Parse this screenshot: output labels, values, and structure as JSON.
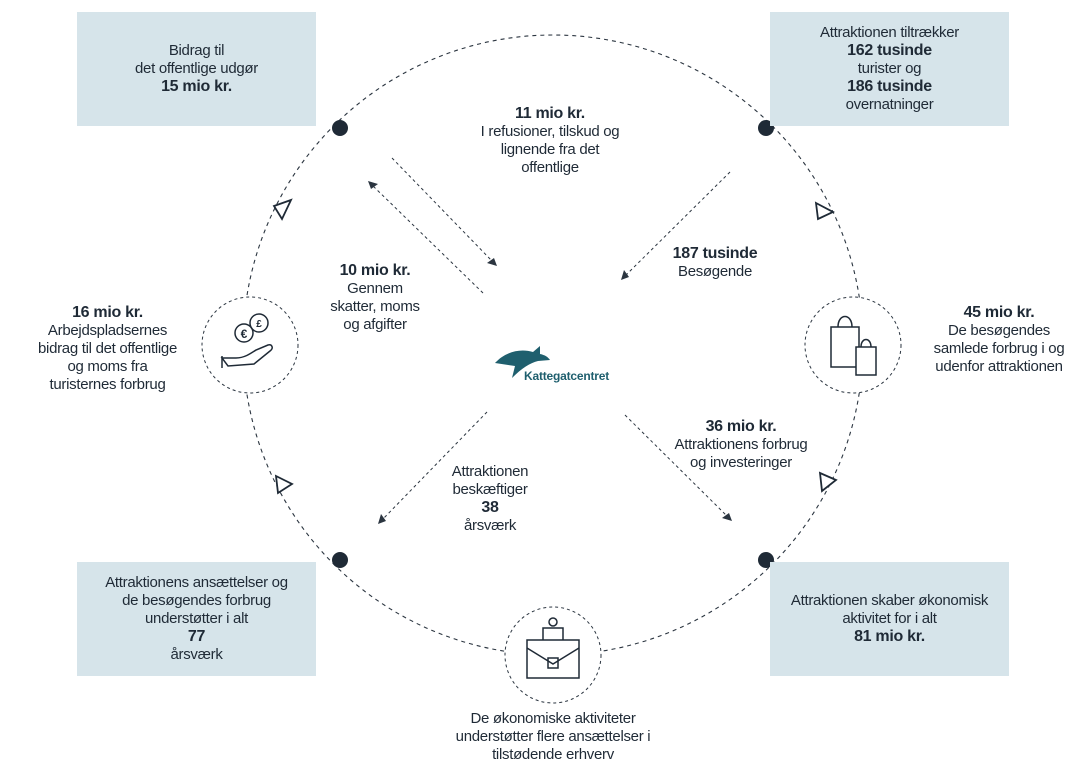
{
  "box_top_left": {
    "line1": "Bidrag til",
    "line2": "det offentlige udgør",
    "value": "15 mio kr."
  },
  "box_top_right": {
    "line1": "Attraktionen tiltrækker",
    "value1": "162 tusinde",
    "line2": "turister og",
    "value2": "186 tusinde",
    "line3": "overnatninger"
  },
  "box_bottom_left": {
    "line1": "Attraktionens ansættelser og",
    "line2": "de besøgendes forbrug",
    "line3": "understøtter i alt",
    "value": "77",
    "line4": "årsværk"
  },
  "box_bottom_right": {
    "line1": "Attraktionen skaber økonomisk",
    "line2": "aktivitet for i alt",
    "value": "81 mio kr."
  },
  "refunds": {
    "value": "11 mio kr.",
    "line1": "I refusioner, tilskud og",
    "line2": "lignende fra det",
    "line3": "offentlige"
  },
  "taxes": {
    "value": "10 mio kr.",
    "line1": "Gennem",
    "line2": "skatter, moms",
    "line3": "og afgifter"
  },
  "visitors": {
    "value": "187 tusinde",
    "line1": "Besøgende"
  },
  "workplace_contribution": {
    "value": "16 mio kr.",
    "line1": "Arbejdspladsernes",
    "line2": "bidrag til det offentlige",
    "line3": "og moms fra",
    "line4": "turisternes forbrug"
  },
  "visitor_spending": {
    "value": "45 mio kr.",
    "line1": "De besøgendes",
    "line2": "samlede forbrug i og",
    "line3": "udenfor attraktionen"
  },
  "attraction_spending": {
    "value": "36 mio kr.",
    "line1": "Attraktionens forbrug",
    "line2": "og investeringer"
  },
  "employment": {
    "line1": "Attraktionen",
    "line2": "beskæftiger",
    "value": "38",
    "line3": "årsværk"
  },
  "bottom_caption": {
    "line1": "De økonomiske aktiviteter",
    "line2": "understøtter flere ansættelser i",
    "line3": "tilstødende erhverv"
  },
  "logo": {
    "text": "Kattegatcentret"
  },
  "icons": {
    "left": "coins-hand-icon",
    "right": "shopping-bags-icon",
    "bottom": "briefcase-icon"
  },
  "colors": {
    "box_fill": "#d6e4ea",
    "text": "#1f2a36",
    "node": "#1f2a36",
    "logo": "#1f5f6e"
  }
}
